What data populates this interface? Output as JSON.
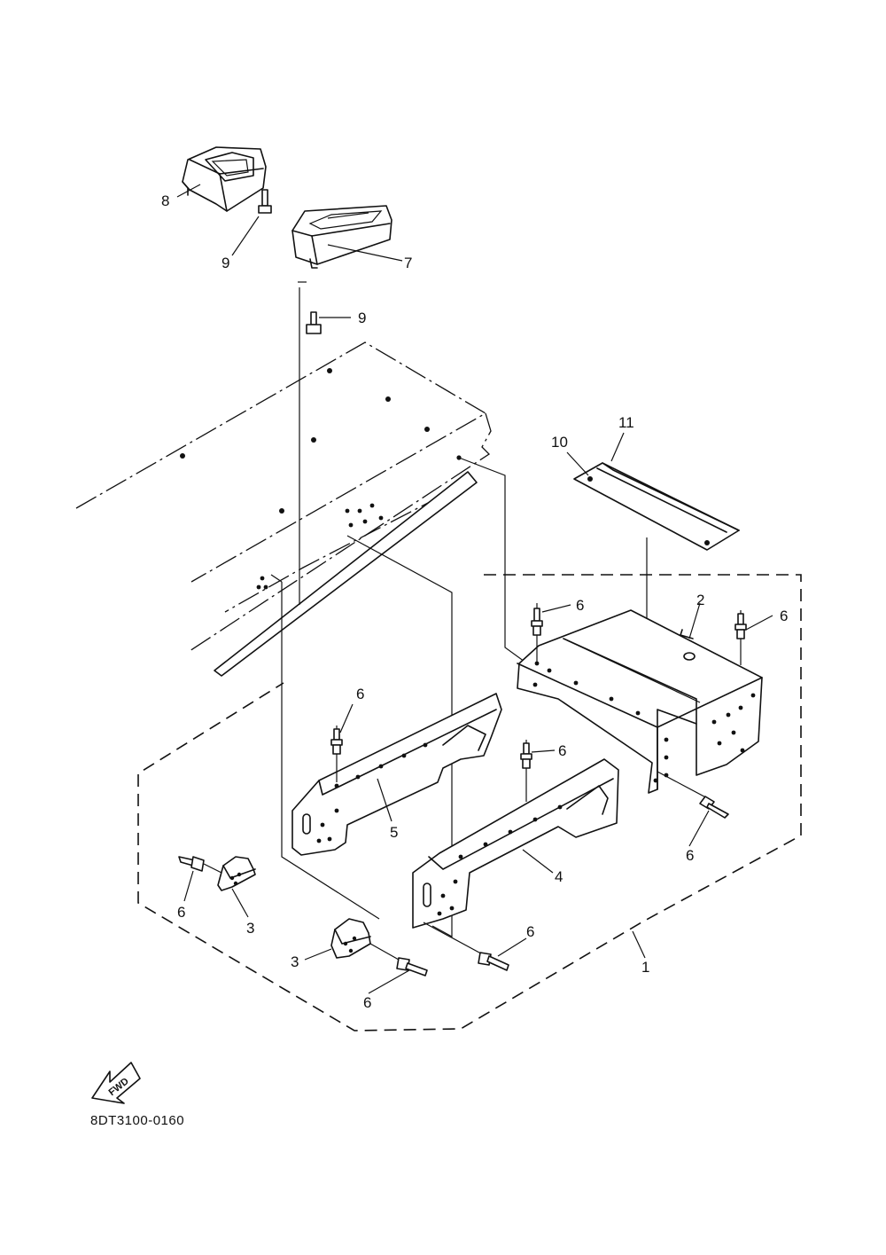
{
  "diagram": {
    "callouts": [
      {
        "id": "c8",
        "text": "8"
      },
      {
        "id": "c9a",
        "text": "9"
      },
      {
        "id": "c7",
        "text": "7"
      },
      {
        "id": "c9b",
        "text": "9"
      },
      {
        "id": "c10",
        "text": "10"
      },
      {
        "id": "c11",
        "text": "11"
      },
      {
        "id": "c2",
        "text": "2"
      },
      {
        "id": "c6a",
        "text": "6"
      },
      {
        "id": "c6b",
        "text": "6"
      },
      {
        "id": "c6c",
        "text": "6"
      },
      {
        "id": "c6d",
        "text": "6"
      },
      {
        "id": "c5",
        "text": "5"
      },
      {
        "id": "c4",
        "text": "4"
      },
      {
        "id": "c6e",
        "text": "6"
      },
      {
        "id": "c6f",
        "text": "6"
      },
      {
        "id": "c3a",
        "text": "3"
      },
      {
        "id": "c3b",
        "text": "3"
      },
      {
        "id": "c6g",
        "text": "6"
      },
      {
        "id": "c6h",
        "text": "6"
      },
      {
        "id": "c1",
        "text": "1"
      }
    ],
    "fwd_label": "FWD",
    "drawing_code": "8DT3100-0160"
  }
}
